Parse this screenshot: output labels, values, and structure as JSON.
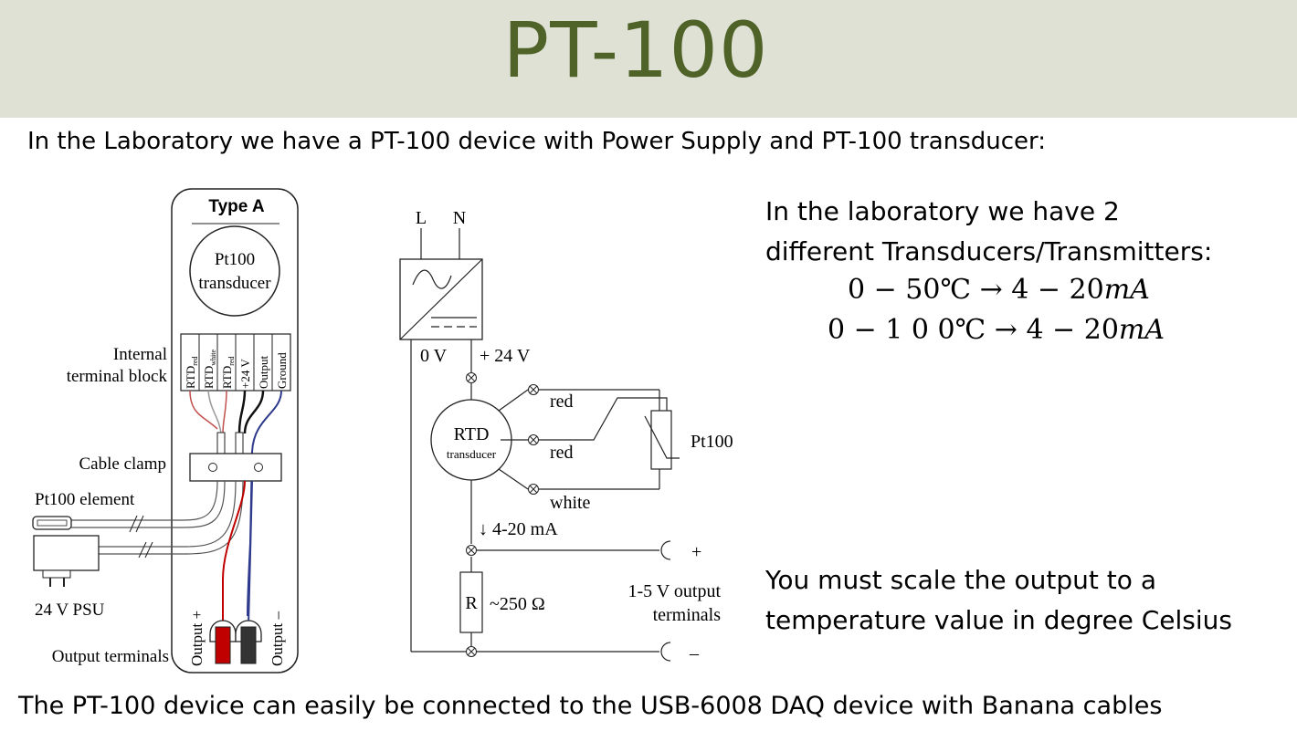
{
  "header": {
    "title": "PT-100"
  },
  "intro": "In the Laboratory we have a PT-100 device with Power Supply and PT-100 transducer:",
  "device_diagram": {
    "type_label": "Type A",
    "transducer_line1": "Pt100",
    "transducer_line2": "transducer",
    "internal_terminal_block_line1": "Internal",
    "internal_terminal_block_line2": "terminal block",
    "terminals": [
      "RTD",
      "RTD",
      "RTD",
      "+24 V",
      "Output",
      "Ground"
    ],
    "terminal_subscripts": [
      "red",
      "white",
      "red"
    ],
    "cable_clamp": "Cable clamp",
    "pt100_element": "Pt100 element",
    "psu": "24 V PSU",
    "output_terminals": "Output terminals",
    "output_plus": "Output +",
    "output_minus": "Output –"
  },
  "circuit": {
    "L": "L",
    "N": "N",
    "zero_v": "0 V",
    "plus24v": "+ 24 V",
    "rtd_line1": "RTD",
    "rtd_line2": "transducer",
    "wire_red1": "red",
    "wire_red2": "red",
    "wire_white": "white",
    "pt100": "Pt100",
    "current": "↓ 4-20 mA",
    "resistor": "R",
    "resistance": "~250 Ω",
    "output_line1": "1-5 V output",
    "output_line2": "terminals",
    "plus": "+",
    "minus": "–"
  },
  "right": {
    "line1": "In the laboratory we have 2",
    "line2": "different Transducers/Transmitters:",
    "formula1": {
      "lhs": "0 − 50℃",
      "arrow": "→",
      "rhs": "4 − 20",
      "unit": "mA"
    },
    "formula2": {
      "lhs": "0 − 1 0 0℃",
      "arrow": "→",
      "rhs": "4 − 20",
      "unit": "mA"
    },
    "scale_line1": "You must scale the output to a",
    "scale_line2": "temperature value in degree Celsius"
  },
  "footer": "The PT-100 device can easily be connected to the USB-6008 DAQ device with Banana cables",
  "colors": {
    "title": "#4f6228",
    "band": "#dee1d4",
    "red_wire": "#c0504d",
    "blue_wire": "#2e3a8c",
    "plug_red": "#c00000",
    "plug_black": "#333333"
  }
}
